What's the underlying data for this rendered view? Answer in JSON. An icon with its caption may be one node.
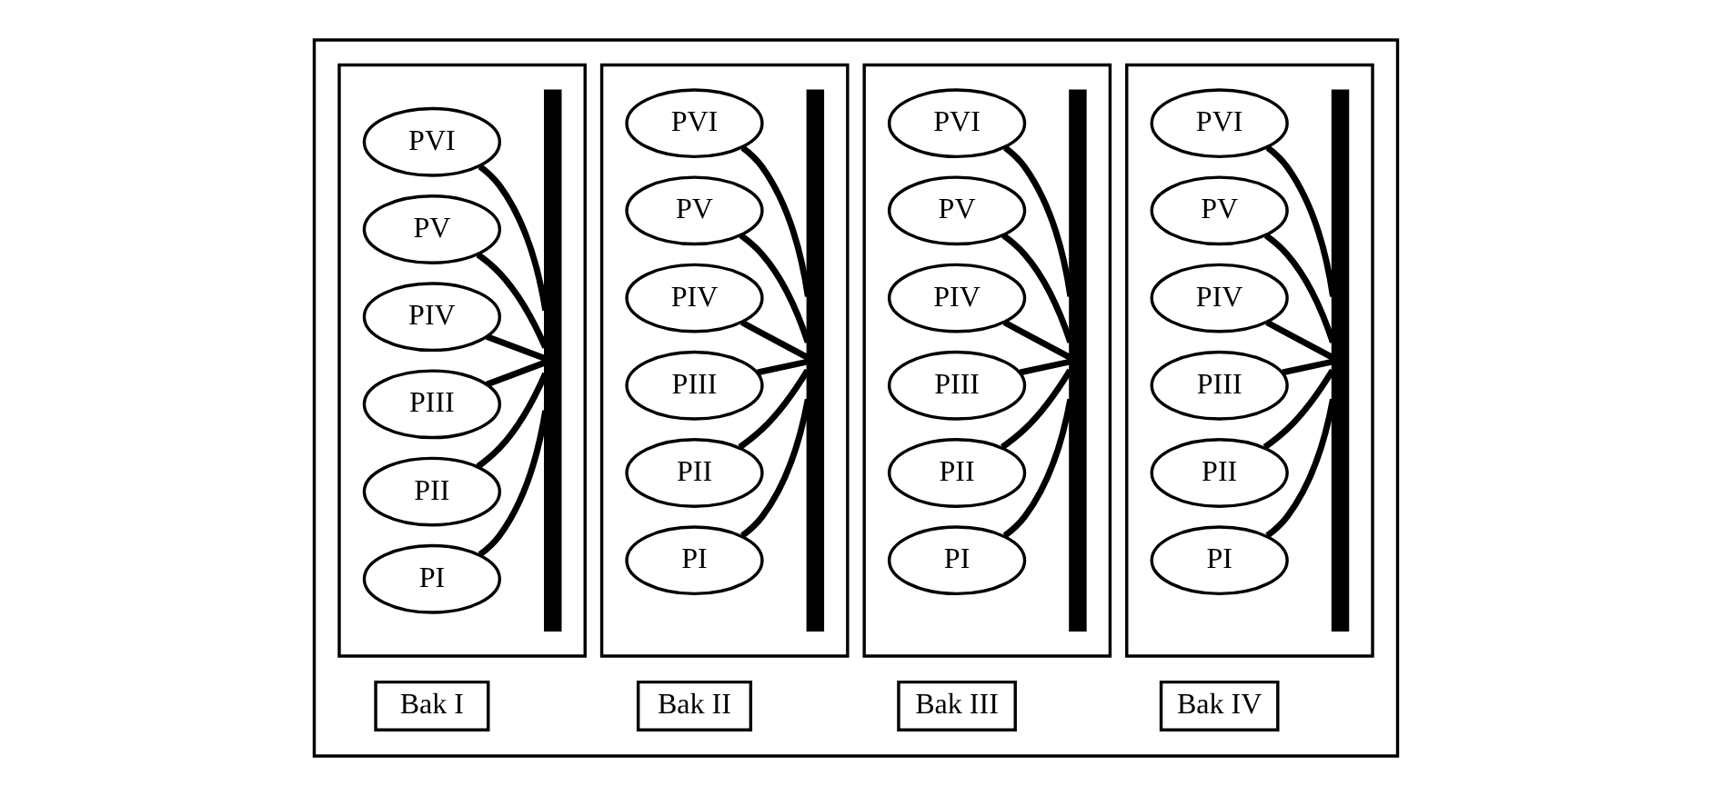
{
  "diagram": {
    "nodes": [
      {
        "text": [],
        "shape": "box"
      },
      {
        "text": [],
        "shape": "box",
        "in": 0
      },
      {
        "text": [
          "PI"
        ],
        "in": 1
      },
      {
        "text": [
          "PII"
        ],
        "in": 1
      },
      {
        "text": [
          "PIII"
        ],
        "in": 1
      },
      {
        "text": [
          "PIV"
        ],
        "in": 1
      },
      {
        "text": [
          "PV"
        ],
        "in": 1
      },
      {
        "text": [
          "PVI"
        ],
        "in": 1
      },
      {
        "text": [],
        "shape": "bar",
        "in": 1
      },
      {
        "text": [],
        "shape": "box",
        "in": 0
      },
      {
        "text": [
          "PI"
        ],
        "in": 9
      },
      {
        "text": [
          "PII"
        ],
        "in": 9
      },
      {
        "text": [
          "PIII"
        ],
        "in": 9
      },
      {
        "text": [
          "PIV"
        ],
        "in": 9
      },
      {
        "text": [
          "PV"
        ],
        "in": 9
      },
      {
        "text": [
          "PVI"
        ],
        "in": 9
      },
      {
        "text": [],
        "shape": "bar",
        "in": 9
      },
      {
        "text": [],
        "shape": "box",
        "in": 0
      },
      {
        "text": [
          "PI"
        ],
        "in": 17
      },
      {
        "text": [
          "PII"
        ],
        "in": 17
      },
      {
        "text": [
          "PIII"
        ],
        "in": 17
      },
      {
        "text": [
          "PIV"
        ],
        "in": 17
      },
      {
        "text": [
          "PV"
        ],
        "in": 17
      },
      {
        "text": [
          "PVI"
        ],
        "in": 17
      },
      {
        "text": [],
        "shape": "bar",
        "in": 17
      },
      {
        "text": [],
        "shape": "box",
        "in": 0
      },
      {
        "text": [
          "PI"
        ],
        "in": 25
      },
      {
        "text": [
          "PII"
        ],
        "in": 25
      },
      {
        "text": [
          "PIII"
        ],
        "in": 25
      },
      {
        "text": [
          "PIV"
        ],
        "in": 25
      },
      {
        "text": [
          "PV"
        ],
        "in": 25
      },
      {
        "text": [
          "PVI"
        ],
        "in": 25
      },
      {
        "text": [],
        "shape": "bar",
        "in": 25
      },
      {
        "text": [
          "Bak I"
        ],
        "in": 0
      },
      {
        "text": [
          "Bak II"
        ],
        "in": 0
      },
      {
        "text": [
          "Bak III"
        ],
        "in": 0
      },
      {
        "text": [
          "Bak IV"
        ],
        "in": 0
      }
    ],
    "edges": [
      {
        "from": 2,
        "to": 8,
        "arrow": "none"
      },
      {
        "from": 3,
        "to": 8,
        "arrow": "none"
      },
      {
        "from": 4,
        "to": 8,
        "arrow": "none"
      },
      {
        "from": 5,
        "to": 8,
        "arrow": "none"
      },
      {
        "from": 6,
        "to": 8,
        "arrow": "none"
      },
      {
        "from": 7,
        "to": 8,
        "arrow": "none"
      },
      {
        "from": 10,
        "to": 16,
        "arrow": "none"
      },
      {
        "from": 11,
        "to": 16,
        "arrow": "none"
      },
      {
        "from": 12,
        "to": 16,
        "arrow": "none"
      },
      {
        "from": 13,
        "to": 16,
        "arrow": "none"
      },
      {
        "from": 14,
        "to": 16,
        "arrow": "none"
      },
      {
        "from": 15,
        "to": 16,
        "arrow": "none"
      },
      {
        "from": 18,
        "to": 24,
        "arrow": "none"
      },
      {
        "from": 19,
        "to": 24,
        "arrow": "none"
      },
      {
        "from": 20,
        "to": 24,
        "arrow": "none"
      },
      {
        "from": 21,
        "to": 24,
        "arrow": "none"
      },
      {
        "from": 22,
        "to": 24,
        "arrow": "none"
      },
      {
        "from": 23,
        "to": 24,
        "arrow": "none"
      },
      {
        "from": 26,
        "to": 32,
        "arrow": "none"
      },
      {
        "from": 27,
        "to": 32,
        "arrow": "none"
      },
      {
        "from": 28,
        "to": 32,
        "arrow": "none"
      },
      {
        "from": 29,
        "to": 32,
        "arrow": "none"
      },
      {
        "from": 30,
        "to": 32,
        "arrow": "none"
      },
      {
        "from": 31,
        "to": 32,
        "arrow": "none"
      }
    ]
  }
}
